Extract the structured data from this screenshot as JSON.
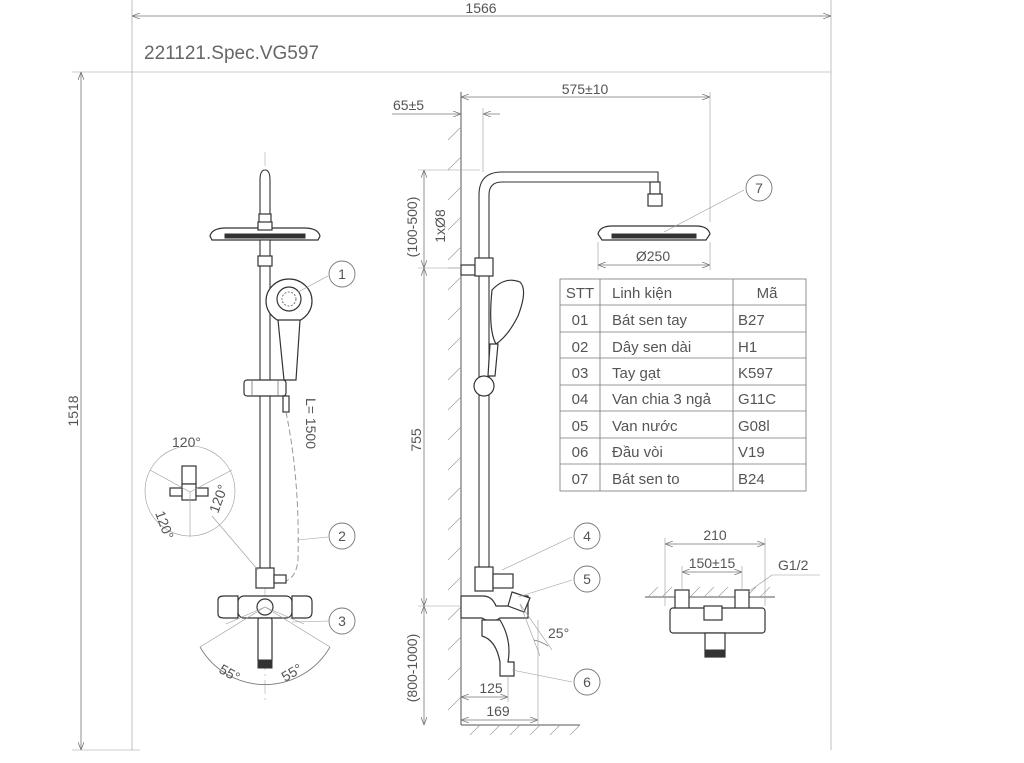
{
  "title": "221121.Spec.VG597",
  "dimensions": {
    "overall_width": "1566",
    "overall_height": "1518",
    "wall_offset": "65±5",
    "arm_length": "575±10",
    "top_height": "(100-500)",
    "bracket": "1xØ8",
    "head_diameter": "Ø250",
    "rail_height": "755",
    "hose_length": "L= 1500",
    "valve_height": "(800-1000)",
    "spout_reach_inner": "125",
    "spout_reach_outer": "169",
    "spout_angle": "25°",
    "divert_angle": "120°",
    "divert_angle_left": "120°",
    "divert_angle_right": "120°",
    "swing_left": "55°",
    "swing_right": "55°",
    "valve_width": "210",
    "valve_centers": "150±15",
    "thread": "G1/2"
  },
  "callouts": [
    "1",
    "2",
    "3",
    "4",
    "5",
    "6",
    "7"
  ],
  "table": {
    "headers": [
      "STT",
      "Linh kiện",
      "Mã"
    ],
    "rows": [
      [
        "01",
        "Bát sen tay",
        "B27"
      ],
      [
        "02",
        "Dây sen dài",
        "H1"
      ],
      [
        "03",
        "Tay gạt",
        "K597"
      ],
      [
        "04",
        "Van chia 3 ngả",
        "G11C"
      ],
      [
        "05",
        "Van nước",
        "G08l"
      ],
      [
        "06",
        "Đầu vòi",
        "V19"
      ],
      [
        "07",
        "Bát sen to",
        "B24"
      ]
    ]
  }
}
